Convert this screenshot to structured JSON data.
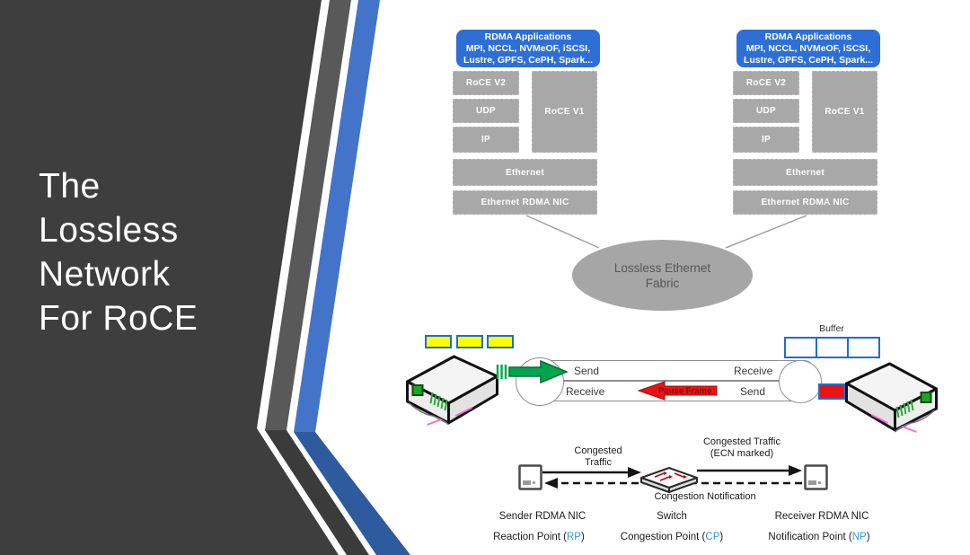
{
  "title": {
    "lines": [
      "The",
      "Lossless",
      "Network",
      "For RoCE"
    ]
  },
  "stack": {
    "app": {
      "line1": "RDMA Applications",
      "line2": "MPI, NCCL, NVMeOF, iSCSI,",
      "line3": "Lustre, GPFS, CePH, Spark..."
    },
    "layers": {
      "roce_v2": "RoCE V2",
      "udp": "UDP",
      "ip": "IP",
      "roce_v1": "RoCE V1",
      "ethernet": "Ethernet",
      "nic": "Ethernet RDMA NIC"
    }
  },
  "fabric": {
    "line1": "Lossless Ethernet",
    "line2": "Fabric"
  },
  "flow": {
    "send_left": "Send",
    "receive_left": "Receive",
    "receive_right": "Receive",
    "send_right": "Send",
    "pause_frame": "Pause Frame",
    "buffer_label": "Buffer"
  },
  "congestion": {
    "traffic_line1": "Congested",
    "traffic_line2": "Traffic",
    "ecn_line1": "Congested Traffic",
    "ecn_line2": "(ECN marked)",
    "notification_label": "Congestion Notification",
    "sender_label": "Sender RDMA NIC",
    "switch_label": "Switch",
    "receiver_label": "Receiver RDMA NIC",
    "reaction": {
      "prefix": "Reaction Point (",
      "abbr": "RP",
      "suffix": ")"
    },
    "congestion_point": {
      "prefix": "Congestion Point (",
      "abbr": "CP",
      "suffix": ")"
    },
    "notification_point": {
      "prefix": "Notification Point (",
      "abbr": "NP",
      "suffix": ")"
    }
  },
  "icons": {
    "router_left": "3d-router",
    "router_right": "3d-router-mirrored",
    "switch": "ethernet-switch",
    "nic_sender": "rdma-nic-card",
    "nic_receiver": "rdma-nic-card",
    "send_arrow": "green-right-arrow",
    "pause_arrow": "red-left-arrow"
  },
  "colors": {
    "panel_dark": "#3E3E3E",
    "panel_gray": "#595959",
    "accent_blue": "#4374C9",
    "accent_blue_dark": "#2E5B9D",
    "app_blue": "#2E6FD6",
    "layer_gray": "#A8A8A8",
    "fabric_gray": "#A6A6A6",
    "send_green": "#00A550",
    "pause_red": "#EE1111",
    "buffer_blue": "#1E6ED0",
    "cell_yellow": "#FFFF00",
    "point_blue": "#2E9AD8"
  }
}
